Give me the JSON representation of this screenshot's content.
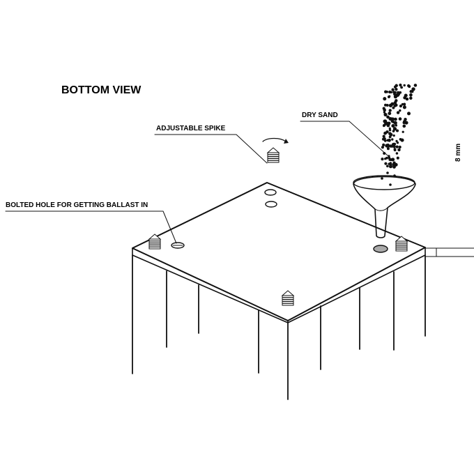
{
  "title": "BOTTOM VIEW",
  "labels": {
    "adjustable_spike": "ADJUSTABLE SPIKE",
    "dry_sand": "DRY SAND",
    "bolted_hole": "BOLTED HOLE FOR GETTING BALLAST IN",
    "dimension": "8 mm"
  },
  "colors": {
    "ink": "#111111",
    "hole_fill": "#aaaaaa",
    "background": "#ffffff"
  }
}
